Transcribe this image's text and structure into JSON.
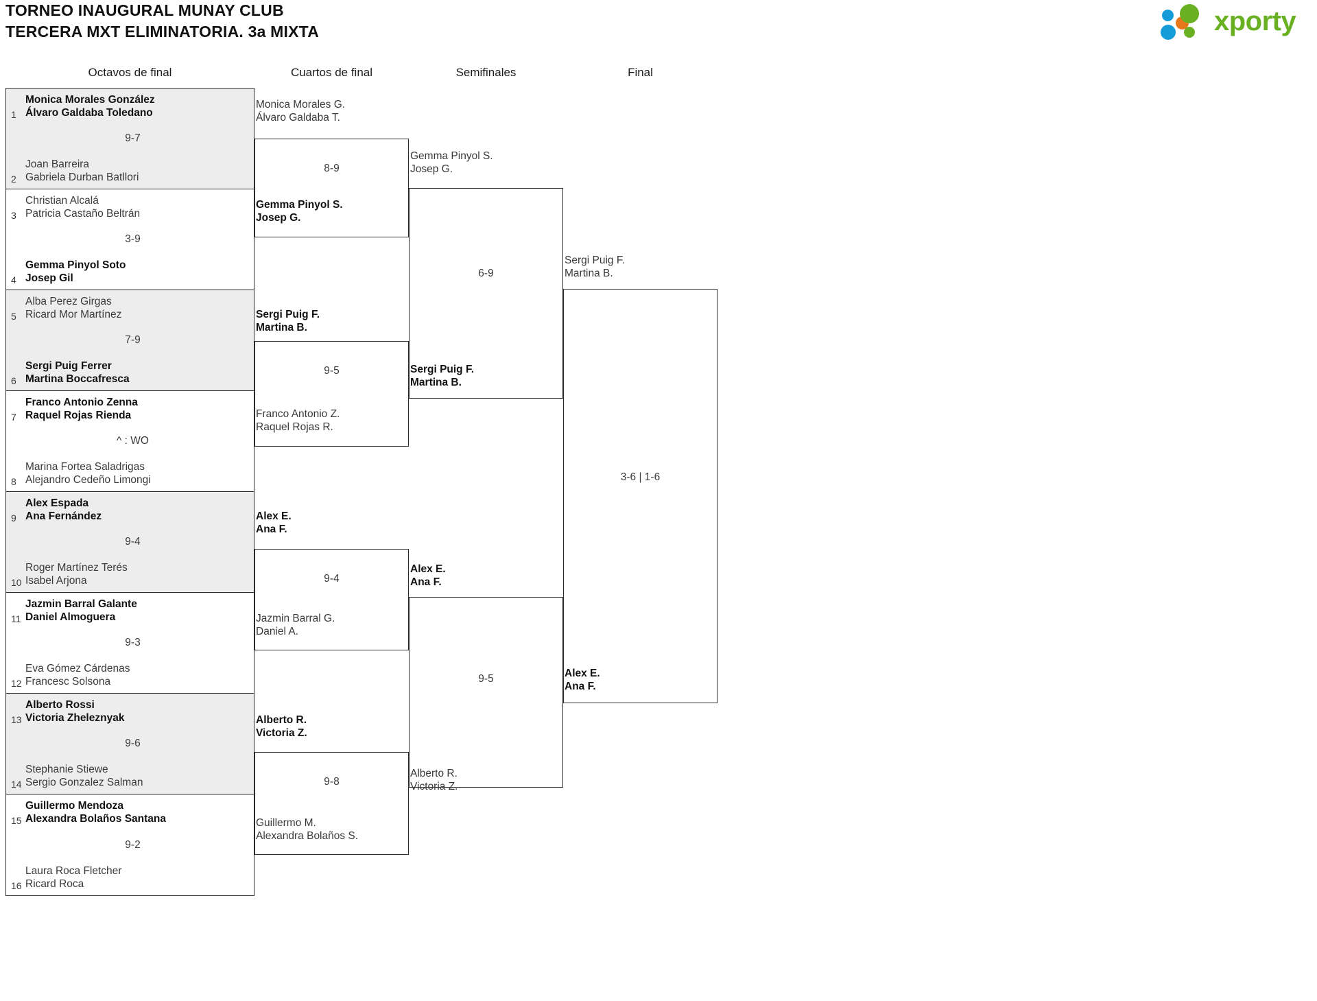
{
  "header": {
    "title_line1": "TORNEO INAUGURAL MUNAY CLUB",
    "title_line2": "TERCERA MXT ELIMINATORIA. 3a MIXTA"
  },
  "logo": {
    "word": "xporty",
    "colors": {
      "green": "#6ab023",
      "orange": "#e8761a",
      "blue": "#139cd8"
    }
  },
  "rounds": [
    {
      "label": "Octavos de final"
    },
    {
      "label": "Cuartos de final"
    },
    {
      "label": "Semifinales"
    },
    {
      "label": "Final"
    }
  ],
  "round1": {
    "pairs": [
      {
        "shaded": true,
        "score": "9-7",
        "top": {
          "seed": "1",
          "p1": "Monica Morales González",
          "p2": "Álvaro Galdaba Toledano",
          "winner": true
        },
        "bottom": {
          "seed": "2",
          "p1": "Joan Barreira",
          "p2": "Gabriela Durban Batllori",
          "winner": false
        }
      },
      {
        "shaded": false,
        "score": "3-9",
        "top": {
          "seed": "3",
          "p1": "Christian Alcalá",
          "p2": "Patricia Castaño Beltrán",
          "winner": false
        },
        "bottom": {
          "seed": "4",
          "p1": "Gemma Pinyol Soto",
          "p2": "Josep Gil",
          "winner": true
        }
      },
      {
        "shaded": true,
        "score": "7-9",
        "top": {
          "seed": "5",
          "p1": "Alba Perez Girgas",
          "p2": "Ricard Mor Martínez",
          "winner": false
        },
        "bottom": {
          "seed": "6",
          "p1": "Sergi Puig Ferrer",
          "p2": "Martina Boccafresca",
          "winner": true
        }
      },
      {
        "shaded": false,
        "score": "^ : WO",
        "top": {
          "seed": "7",
          "p1": "Franco Antonio Zenna",
          "p2": "Raquel Rojas Rienda",
          "winner": true
        },
        "bottom": {
          "seed": "8",
          "p1": "Marina Fortea Saladrigas",
          "p2": "Alejandro Cedeño Limongi",
          "winner": false
        }
      },
      {
        "shaded": true,
        "score": "9-4",
        "top": {
          "seed": "9",
          "p1": "Alex Espada",
          "p2": "Ana Fernández",
          "winner": true
        },
        "bottom": {
          "seed": "10",
          "p1": "Roger Martínez Terés",
          "p2": "Isabel Arjona",
          "winner": false
        }
      },
      {
        "shaded": false,
        "score": "9-3",
        "top": {
          "seed": "11",
          "p1": "Jazmin Barral Galante",
          "p2": "Daniel Almoguera",
          "winner": true
        },
        "bottom": {
          "seed": "12",
          "p1": "Eva Gómez Cárdenas",
          "p2": "Francesc Solsona",
          "winner": false
        }
      },
      {
        "shaded": true,
        "score": "9-6",
        "top": {
          "seed": "13",
          "p1": "Alberto Rossi",
          "p2": "Victoria Zheleznyak",
          "winner": true
        },
        "bottom": {
          "seed": "14",
          "p1": "Stephanie Stiewe",
          "p2": "Sergio Gonzalez Salman",
          "winner": false
        }
      },
      {
        "shaded": false,
        "score": "9-2",
        "top": {
          "seed": "15",
          "p1": "Guillermo Mendoza",
          "p2": "Alexandra Bolaños Santana",
          "winner": true
        },
        "bottom": {
          "seed": "16",
          "p1": "Laura Roca Fletcher",
          "p2": "Ricard Roca",
          "winner": false
        }
      }
    ]
  },
  "round2": {
    "matches": [
      {
        "score": "8-9",
        "top": {
          "p1": "Monica Morales G.",
          "p2": "Álvaro Galdaba T.",
          "winner": false
        },
        "bottom": {
          "p1": "Gemma Pinyol S.",
          "p2": "Josep G.",
          "winner": true
        }
      },
      {
        "score": "9-5",
        "top": {
          "p1": "Sergi Puig F.",
          "p2": "Martina B.",
          "winner": true
        },
        "bottom": {
          "p1": "Franco Antonio Z.",
          "p2": "Raquel Rojas R.",
          "winner": false
        }
      },
      {
        "score": "9-4",
        "top": {
          "p1": "Alex E.",
          "p2": "Ana F.",
          "winner": true
        },
        "bottom": {
          "p1": "Jazmin Barral G.",
          "p2": "Daniel A.",
          "winner": false
        }
      },
      {
        "score": "9-8",
        "top": {
          "p1": "Alberto R.",
          "p2": "Victoria Z.",
          "winner": true
        },
        "bottom": {
          "p1": "Guillermo M.",
          "p2": "Alexandra Bolaños S.",
          "winner": false
        }
      }
    ]
  },
  "round3": {
    "matches": [
      {
        "score": "6-9",
        "top": {
          "p1": "Gemma Pinyol S.",
          "p2": "Josep G.",
          "winner": false
        },
        "bottom": {
          "p1": "Sergi Puig F.",
          "p2": "Martina B.",
          "winner": true
        }
      },
      {
        "score": "9-5",
        "top": {
          "p1": "Alex E.",
          "p2": "Ana F.",
          "winner": true
        },
        "bottom": {
          "p1": "Alberto R.",
          "p2": "Victoria Z.",
          "winner": false
        }
      }
    ]
  },
  "round4": {
    "match": {
      "score": "3-6 | 1-6",
      "top": {
        "p1": "Sergi Puig F.",
        "p2": "Martina B.",
        "winner": false
      },
      "bottom": {
        "p1": "Alex E.",
        "p2": "Ana F.",
        "winner": true
      }
    }
  }
}
